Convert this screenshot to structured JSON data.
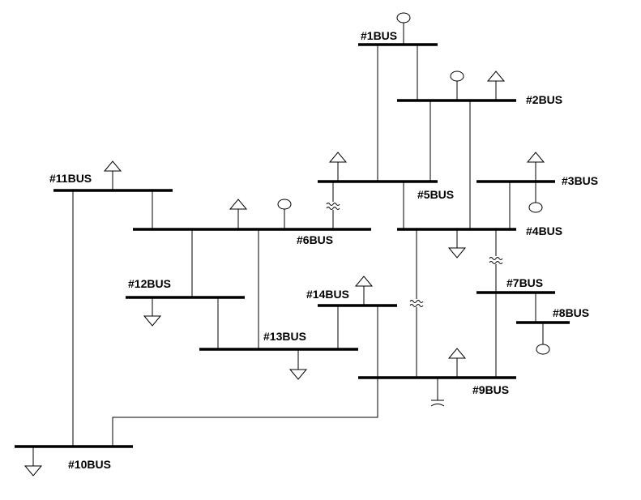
{
  "diagram": {
    "buses": [
      {
        "id": "bus-1",
        "label": "#1BUS"
      },
      {
        "id": "bus-2",
        "label": "#2BUS"
      },
      {
        "id": "bus-3",
        "label": "#3BUS"
      },
      {
        "id": "bus-4",
        "label": "#4BUS"
      },
      {
        "id": "bus-5",
        "label": "#5BUS"
      },
      {
        "id": "bus-6",
        "label": "#6BUS"
      },
      {
        "id": "bus-7",
        "label": "#7BUS"
      },
      {
        "id": "bus-8",
        "label": "#8BUS"
      },
      {
        "id": "bus-9",
        "label": "#9BUS"
      },
      {
        "id": "bus-10",
        "label": "#10BUS"
      },
      {
        "id": "bus-11",
        "label": "#11BUS"
      },
      {
        "id": "bus-12",
        "label": "#12BUS"
      },
      {
        "id": "bus-13",
        "label": "#13BUS"
      },
      {
        "id": "bus-14",
        "label": "#14BUS"
      }
    ],
    "symbols": {
      "generator": "generator-icon",
      "synchronous_condenser": "condenser-icon",
      "load": "load-arrow-icon",
      "transformer": "transformer-icon",
      "shunt_capacitor": "capacitor-icon"
    }
  }
}
